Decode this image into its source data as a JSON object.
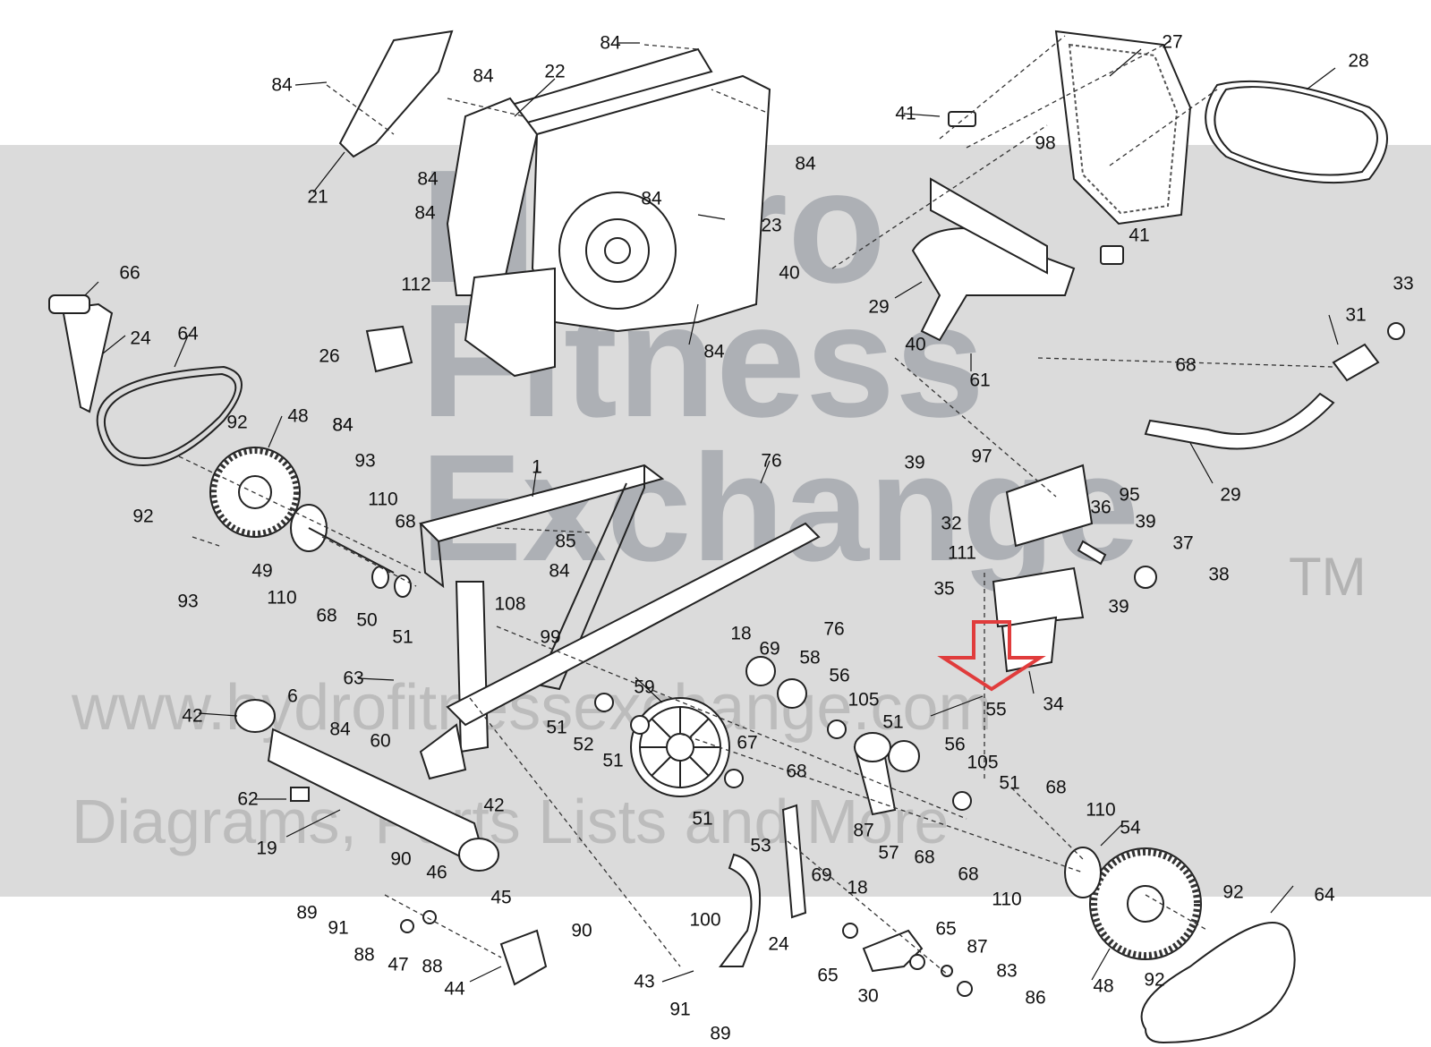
{
  "watermark": {
    "line1": "Hydro",
    "line2": "Fitness",
    "line3": "Exchange",
    "trademark": "TM",
    "url": "www.hydrofitnessexchange.com",
    "tagline": "Diagrams, Parts Lists and More"
  },
  "highlight_color": "#e03c3c",
  "callouts": [
    "84",
    "84",
    "22",
    "84",
    "84",
    "21",
    "84",
    "84",
    "84",
    "23",
    "84",
    "84",
    "112",
    "26",
    "84",
    "66",
    "24",
    "64",
    "92",
    "92",
    "48",
    "93",
    "110",
    "68",
    "49",
    "110",
    "68",
    "50",
    "51",
    "93",
    "1",
    "85",
    "84",
    "108",
    "99",
    "76",
    "76",
    "63",
    "84",
    "60",
    "6",
    "42",
    "62",
    "19",
    "42",
    "59",
    "51",
    "52",
    "51",
    "51",
    "18",
    "69",
    "58",
    "56",
    "105",
    "51",
    "67",
    "68",
    "53",
    "87",
    "57",
    "68",
    "69",
    "18",
    "56",
    "105",
    "51",
    "68",
    "110",
    "54",
    "68",
    "110",
    "27",
    "28",
    "41",
    "98",
    "41",
    "40",
    "29",
    "40",
    "61",
    "33",
    "31",
    "68",
    "97",
    "95",
    "29",
    "39",
    "32",
    "111",
    "36",
    "39",
    "37",
    "38",
    "35",
    "39",
    "34",
    "55",
    "90",
    "46",
    "45",
    "90",
    "89",
    "91",
    "88",
    "47",
    "88",
    "44",
    "100",
    "24",
    "43",
    "91",
    "89",
    "65",
    "65",
    "30",
    "87",
    "83",
    "86",
    "48",
    "92",
    "92",
    "64"
  ]
}
